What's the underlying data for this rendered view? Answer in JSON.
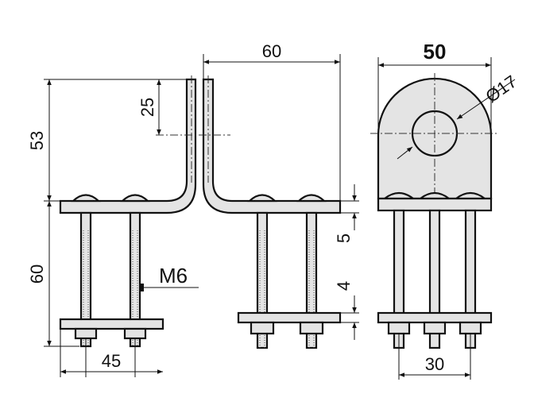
{
  "dimensions": {
    "top_width_mid": "60",
    "bracket_width": "50",
    "hole_diameter": "Ø17",
    "hole_height": "25",
    "total_height_upper": "53",
    "bolt_length": "60",
    "thread": "M6",
    "plate_thickness": "5",
    "lower_plate_thickness": "4",
    "bolt_spacing_side": "45",
    "bolt_spacing_front": "30"
  }
}
